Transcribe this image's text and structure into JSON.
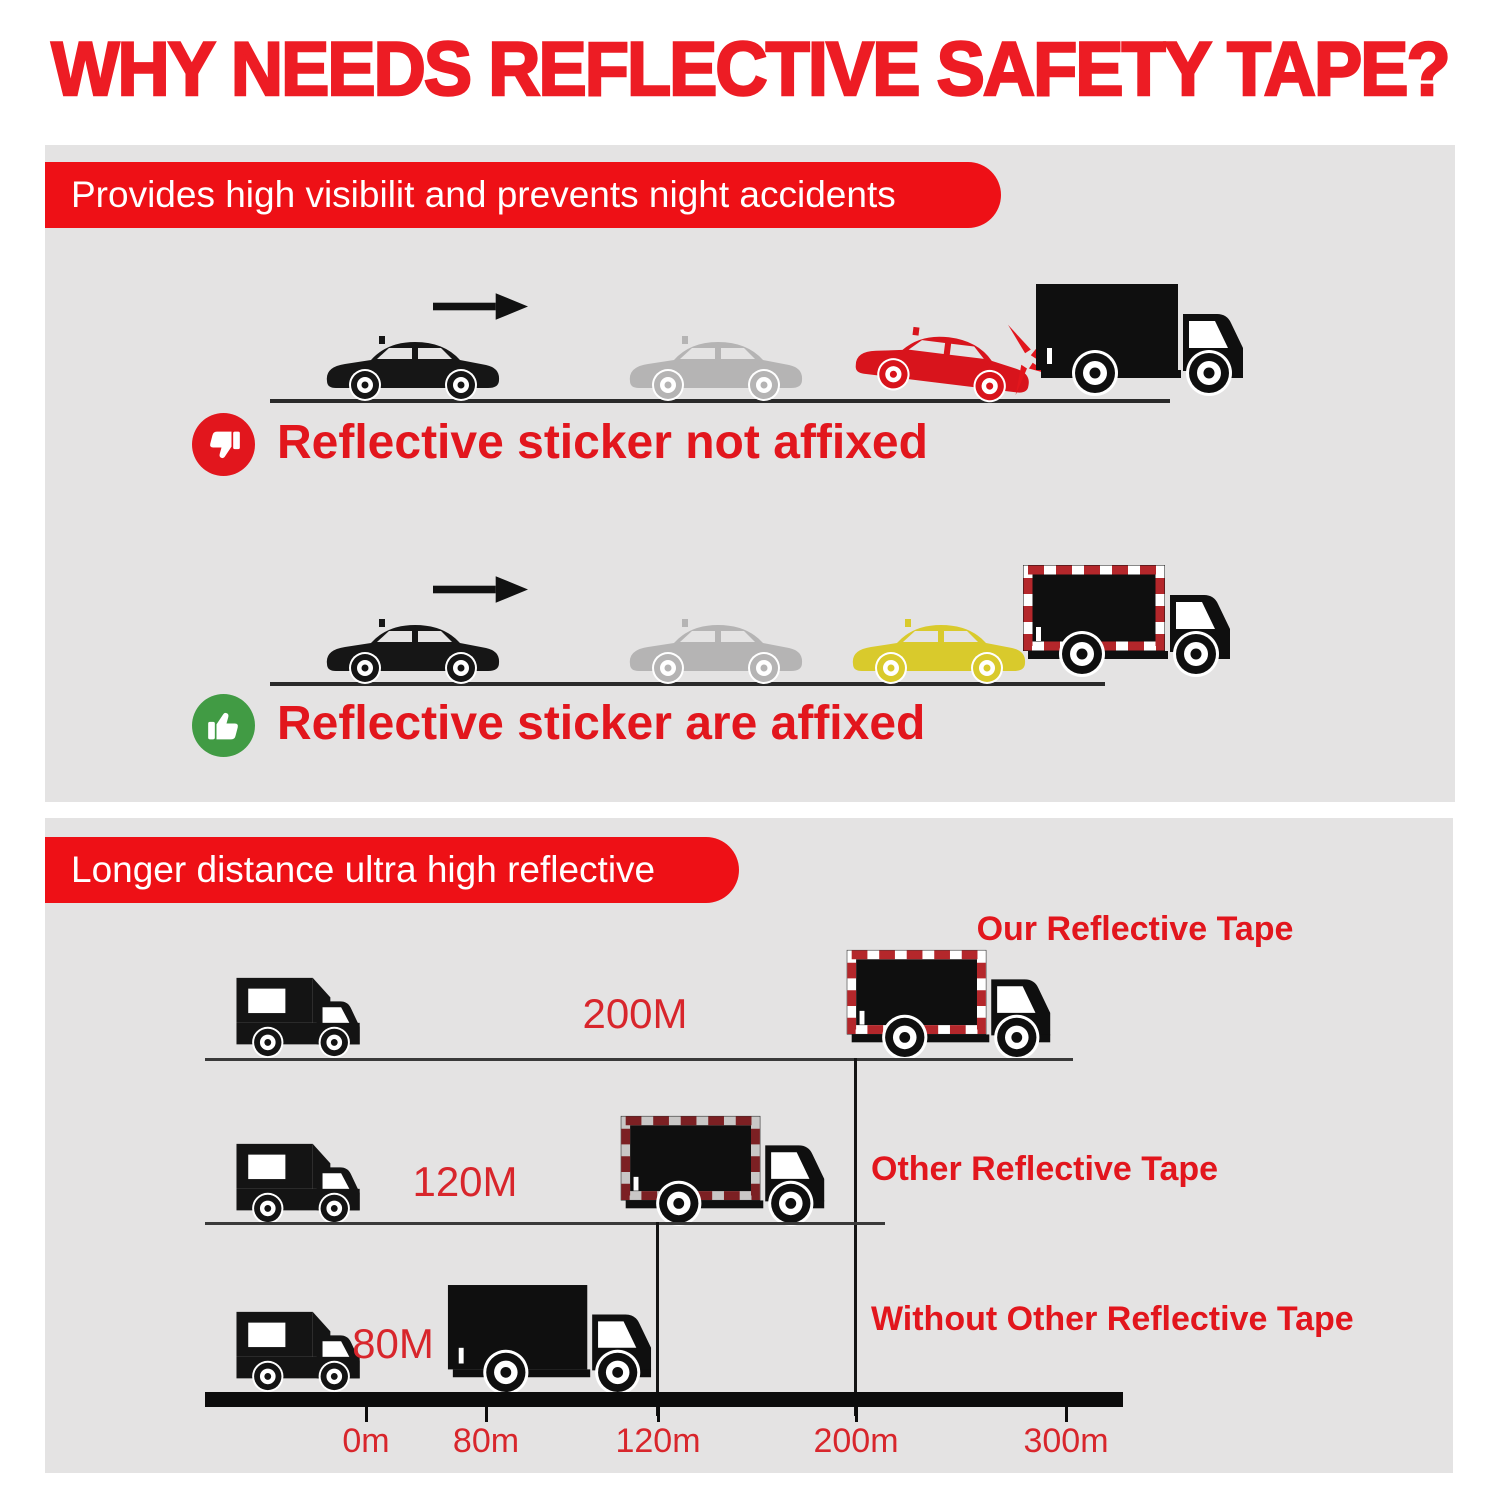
{
  "title": "WHY NEEDS REFLECTIVE SAFETY TAPE?",
  "colors": {
    "red_title": "#ed1c24",
    "red_banner": "#ee1016",
    "red_text": "#e2161d",
    "red_label": "#d8262c",
    "red_car": "#d8141c",
    "tape_red": "#b4272b",
    "tape_dark": "#7c2023",
    "tape_gap_dark": "#c9c7c6",
    "green": "#419b44",
    "panel_gray": "#e4e3e3",
    "car_gray": "#b5b4b4",
    "car_yellow": "#d9ca2c"
  },
  "panel1": {
    "banner": "Provides high visibilit and prevents night accidents",
    "scene_without": {
      "caption": "Reflective sticker not affixed"
    },
    "scene_with": {
      "caption": "Reflective sticker are affixed"
    }
  },
  "panel2": {
    "banner": "Longer distance ultra high reflective",
    "our_tape_label": "Our Reflective Tape",
    "rows": [
      {
        "distance": "200M",
        "truck": "our-reflective-tape"
      },
      {
        "distance": "120M",
        "truck": "other-reflective-tape",
        "label": "Other Reflective Tape"
      },
      {
        "distance": "80M",
        "truck": "no-reflective-tape",
        "label": "Without Other Reflective Tape"
      }
    ],
    "axis_labels": [
      "0m",
      "80m",
      "120m",
      "200m",
      "300m"
    ]
  }
}
